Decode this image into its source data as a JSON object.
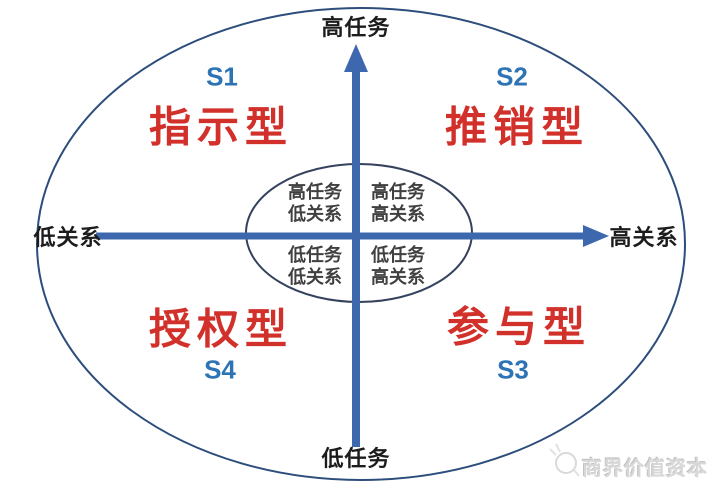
{
  "diagram": {
    "title_semantic": "situational-leadership-quadrants",
    "axes": {
      "top": "高任务",
      "bottom": "低任务",
      "left": "低关系",
      "right": "高关系"
    },
    "quadrants": [
      {
        "code": "S1",
        "name": "指示型",
        "position": "top-left"
      },
      {
        "code": "S2",
        "name": "推销型",
        "position": "top-right"
      },
      {
        "code": "S3",
        "name": "参与型",
        "position": "bottom-right"
      },
      {
        "code": "S4",
        "name": "授权型",
        "position": "bottom-left"
      }
    ],
    "inner": {
      "top_left": {
        "line1": "高任务",
        "line2": "低关系"
      },
      "top_right": {
        "line1": "高任务",
        "line2": "高关系"
      },
      "bottom_left": {
        "line1": "低任务",
        "line2": "低关系"
      },
      "bottom_right": {
        "line1": "低任务",
        "line2": "高关系"
      }
    },
    "watermark": {
      "text": "商界价值资本"
    },
    "colors": {
      "axis_blue": "#3D68AE",
      "code_blue": "#2E74B5",
      "quadrant_red": "#D2302A",
      "outer_ellipse": "#2D4D7C",
      "inner_ellipse": "#35425E",
      "axis_text": "#1C1C1C",
      "inner_text": "#404040",
      "watermark_gray": "#D8D8D8"
    }
  }
}
